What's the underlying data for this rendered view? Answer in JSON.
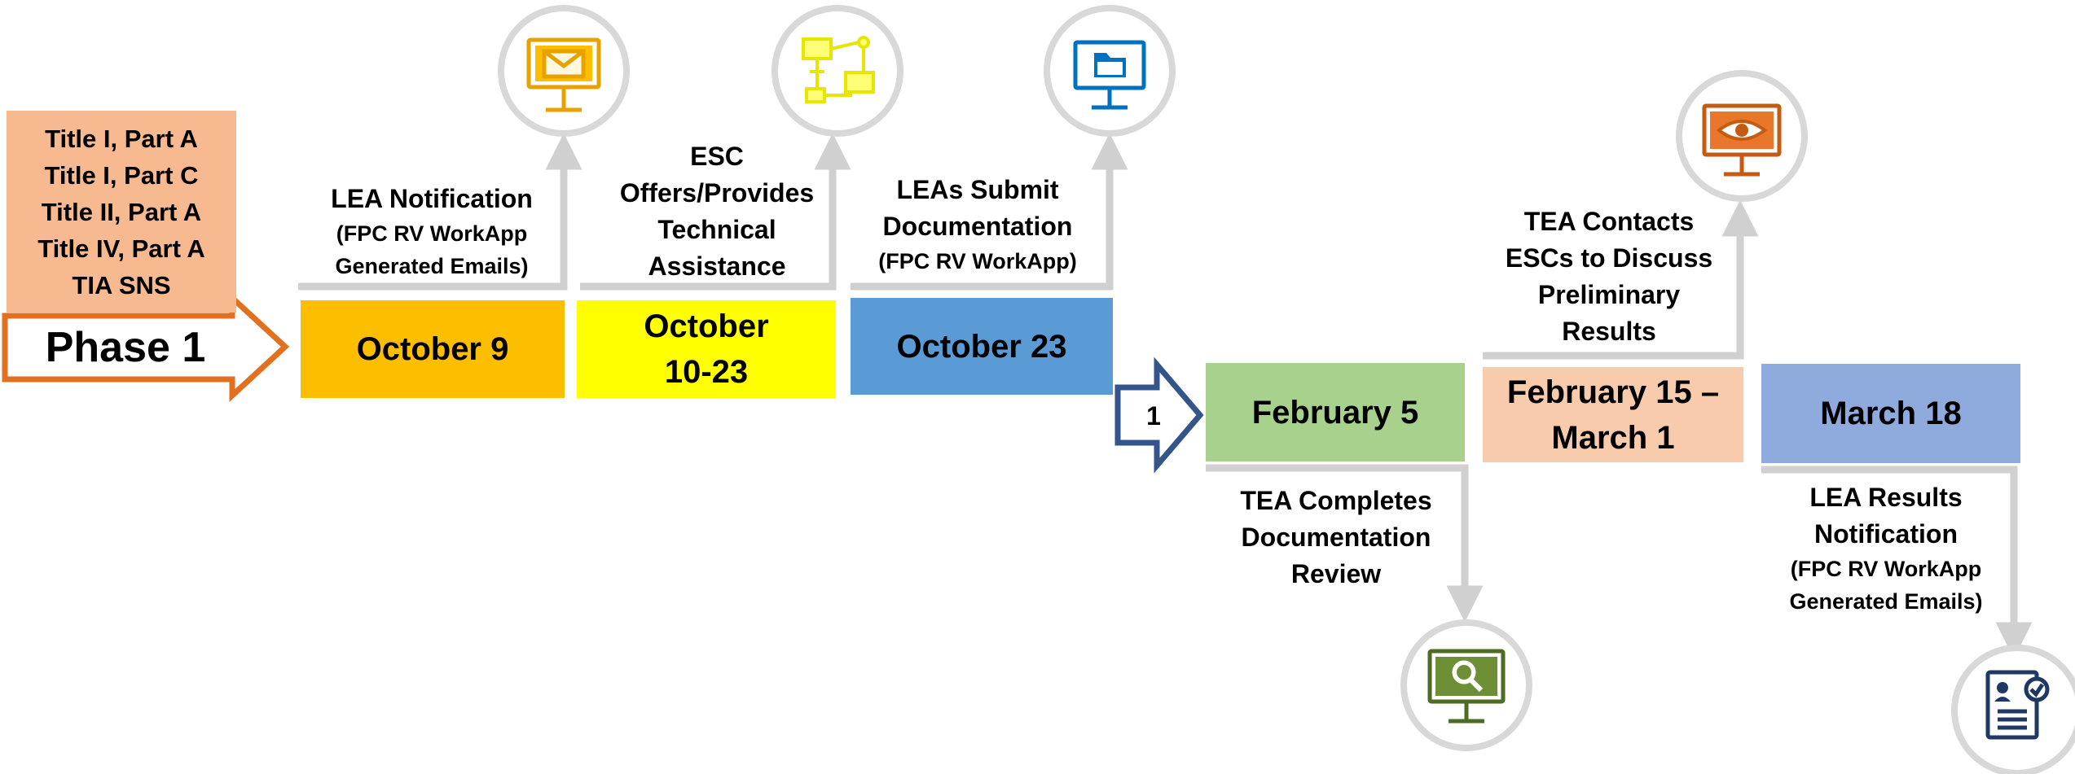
{
  "colors": {
    "arrow_orange": "#e2701e",
    "arrow_navy": "#34558c",
    "connector_gray": "#d0d0d0",
    "circle_gray": "#d8d8d8"
  },
  "programs": {
    "bg": "#f7b98f",
    "lines": [
      "Title I, Part A",
      "Title I, Part C",
      "Title II, Part A",
      "Title IV, Part A",
      "TIA SNS"
    ]
  },
  "phase": {
    "label": "Phase 1"
  },
  "step_badge": {
    "label": "1"
  },
  "milestones": [
    {
      "date": [
        "October 9"
      ],
      "color": "#fdbe00",
      "description": [
        "LEA Notification"
      ],
      "sub": [
        "(FPC RV WorkApp",
        "Generated Emails)"
      ],
      "icon": "email-monitor-icon",
      "icon_color": "#e8a200"
    },
    {
      "date": [
        "October",
        "10-23"
      ],
      "color": "#ffff00",
      "description": [
        "ESC",
        "Offers/Provides",
        "Technical",
        "Assistance"
      ],
      "sub": [],
      "icon": "network-diagram-icon",
      "icon_color": "#e6e600"
    },
    {
      "date": [
        "October 23"
      ],
      "color": "#5b9bd5",
      "description": [
        "LEAs Submit",
        "Documentation"
      ],
      "sub": [
        "(FPC RV WorkApp)"
      ],
      "icon": "folder-monitor-icon",
      "icon_color": "#0070c0"
    },
    {
      "date": [
        "February 5"
      ],
      "color": "#a9d18e",
      "description": [
        "TEA Completes",
        "Documentation",
        "Review"
      ],
      "sub": [],
      "icon": "search-monitor-icon",
      "icon_color": "#4e6b22"
    },
    {
      "date": [
        "February 15 –",
        "March 1"
      ],
      "color": "#f8cbad",
      "description": [
        "TEA Contacts",
        "ESCs to Discuss",
        "Preliminary",
        "Results"
      ],
      "sub": [],
      "icon": "eye-monitor-icon",
      "icon_color": "#c55a11"
    },
    {
      "date": [
        "March 18"
      ],
      "color": "#8faadc",
      "description": [
        "LEA Results",
        "Notification"
      ],
      "sub": [
        "(FPC RV WorkApp",
        "Generated Emails)"
      ],
      "icon": "document-check-icon",
      "icon_color": "#203864"
    }
  ]
}
